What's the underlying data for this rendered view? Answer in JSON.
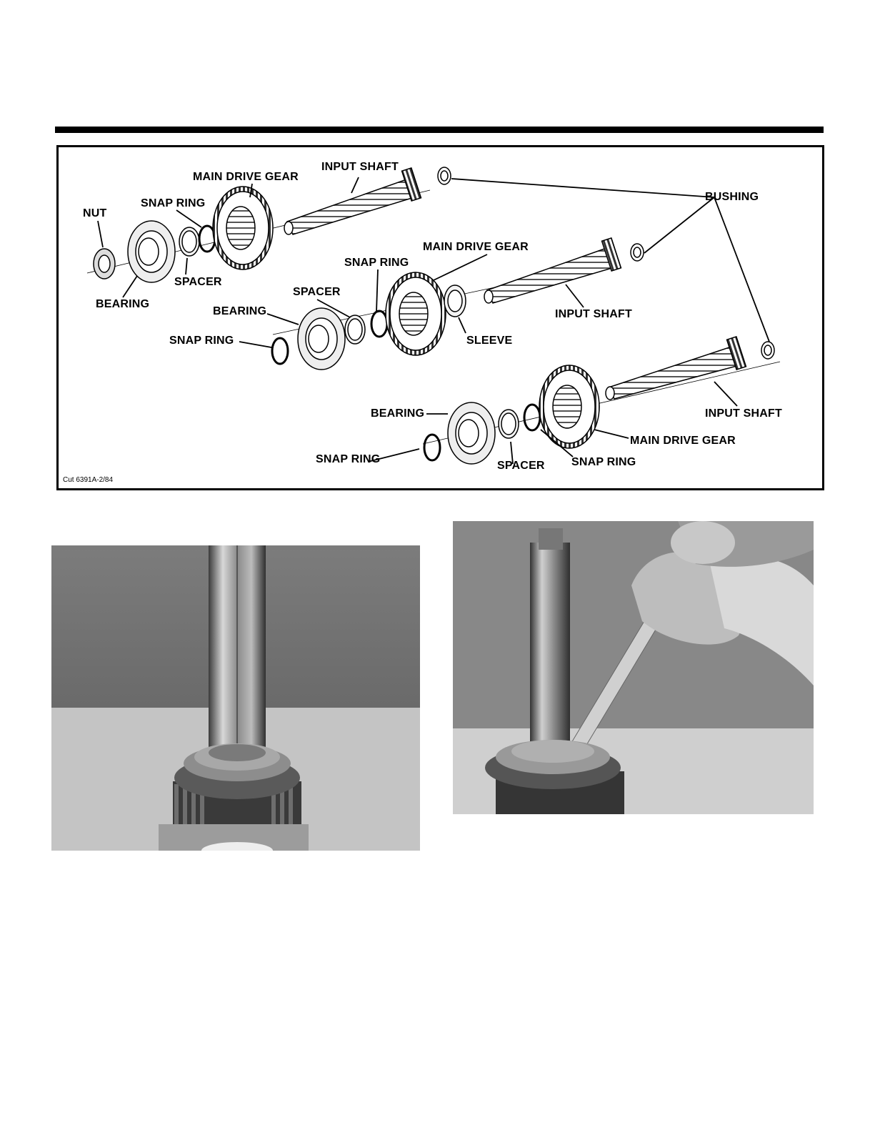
{
  "diagram": {
    "cut_number": "Cut 6391A-2/84",
    "labels": {
      "bushing": "BUSHING",
      "a_main_drive_gear": "MAIN DRIVE GEAR",
      "a_input_shaft": "INPUT SHAFT",
      "a_nut": "NUT",
      "a_snap_ring": "SNAP RING",
      "a_spacer": "SPACER",
      "a_bearing": "BEARING",
      "b_main_drive_gear": "MAIN DRIVE GEAR",
      "b_snap_ring": "SNAP RING",
      "b_spacer": "SPACER",
      "b_bearing": "BEARING",
      "b_snap_ring_2": "SNAP RING",
      "b_sleeve": "SLEEVE",
      "b_input_shaft": "INPUT SHAFT",
      "c_input_shaft": "INPUT SHAFT",
      "c_bearing": "BEARING",
      "c_main_drive_gear": "MAIN DRIVE GEAR",
      "c_snap_ring": "SNAP RING",
      "c_spacer": "SPACER",
      "c_snap_ring_2": "SNAP RING"
    }
  }
}
